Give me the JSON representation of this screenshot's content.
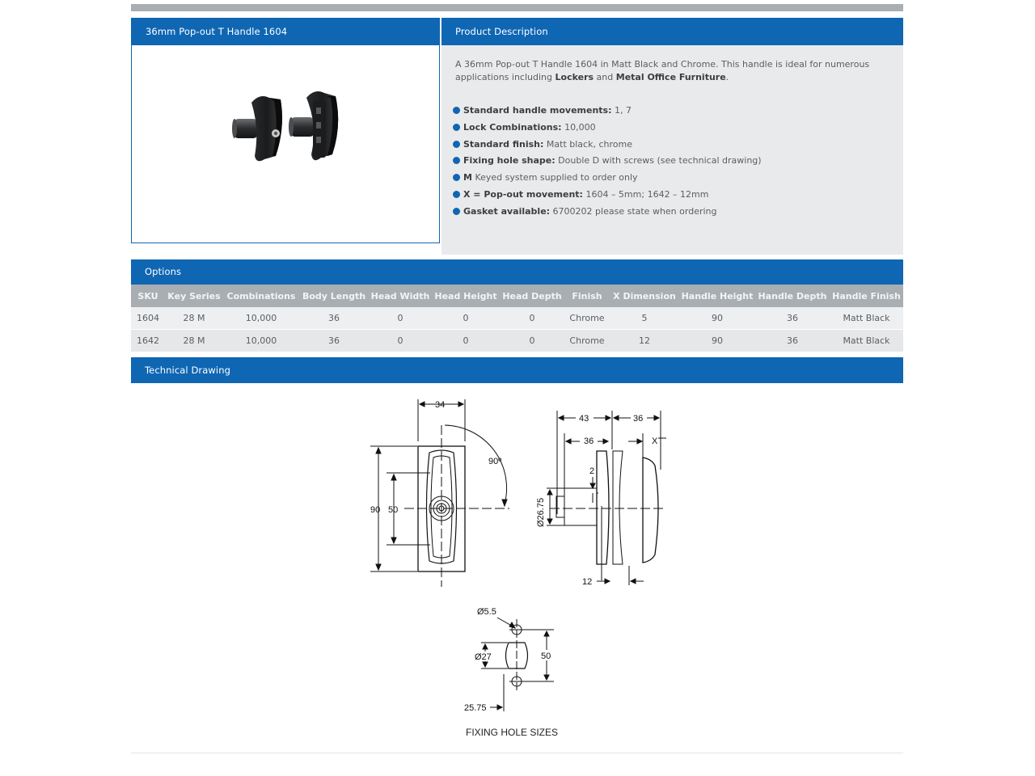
{
  "image_panel": {
    "title": "36mm Pop-out T Handle 1604"
  },
  "description": {
    "title": "Product Description",
    "text_pre": "A 36mm Pop-out T Handle 1604 in Matt Black and Chrome. This handle is ideal for numerous applications including ",
    "bold1": "Lockers",
    "text_mid": " and ",
    "bold2": "Metal Office Furniture",
    "text_post": ".",
    "bullets": [
      {
        "label": "Standard handle movements:",
        "value": " 1, 7"
      },
      {
        "label": "Lock Combinations:",
        "value": " 10,000"
      },
      {
        "label": "Standard finish:",
        "value": " Matt black, chrome"
      },
      {
        "label": "Fixing hole shape:",
        "value": " Double D with screws (see technical drawing)"
      },
      {
        "label": "M",
        "value": " Keyed system supplied to order only"
      },
      {
        "label": "X = Pop-out movement:",
        "value": " 1604 – 5mm; 1642 – 12mm"
      },
      {
        "label": "Gasket available:",
        "value": " 6700202 please state when ordering"
      }
    ]
  },
  "options": {
    "title": "Options",
    "columns": [
      "SKU",
      "Key Series",
      "Combinations",
      "Body Length",
      "Head Width",
      "Head Height",
      "Head Depth",
      "Finish",
      "X Dimension",
      "Handle Height",
      "Handle Depth",
      "Handle Finish"
    ],
    "rows": [
      [
        "1604",
        "28 M",
        "10,000",
        "36",
        "0",
        "0",
        "0",
        "Chrome",
        "5",
        "90",
        "36",
        "Matt Black"
      ],
      [
        "1642",
        "28 M",
        "10,000",
        "36",
        "0",
        "0",
        "0",
        "Chrome",
        "12",
        "90",
        "36",
        "Matt Black"
      ]
    ]
  },
  "technical": {
    "title": "Technical Drawing",
    "front": {
      "width": "34",
      "angle": "90º",
      "height_outer": "90",
      "height_inner": "50"
    },
    "side": {
      "d1": "43",
      "d2": "36",
      "d3": "36",
      "x": "X",
      "d4": "2",
      "dia": "Ø26.75",
      "d5": "12"
    },
    "holes": {
      "small_dia": "Ø5.5",
      "big_dia": "Ø27",
      "pitch": "50",
      "width": "25.75",
      "caption": "FIXING HOLE SIZES"
    }
  }
}
